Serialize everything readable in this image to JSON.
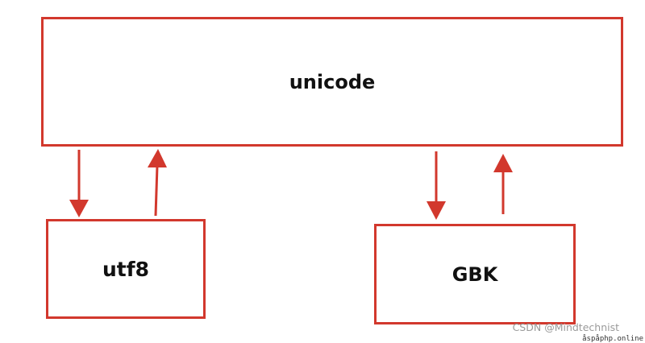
{
  "diagram": {
    "nodes": [
      {
        "id": "unicode",
        "label": "unicode"
      },
      {
        "id": "utf8",
        "label": "utf8"
      },
      {
        "id": "gbk",
        "label": "GBK"
      }
    ],
    "edges": [
      {
        "from": "unicode",
        "to": "utf8"
      },
      {
        "from": "utf8",
        "to": "unicode"
      },
      {
        "from": "unicode",
        "to": "gbk"
      },
      {
        "from": "gbk",
        "to": "unicode"
      }
    ],
    "colors": {
      "stroke": "#d2382d",
      "text": "#111111",
      "background": "#ffffff"
    }
  },
  "watermark": {
    "credit": "CSDN @Mindtechnist",
    "site": "åspåphp.online"
  }
}
